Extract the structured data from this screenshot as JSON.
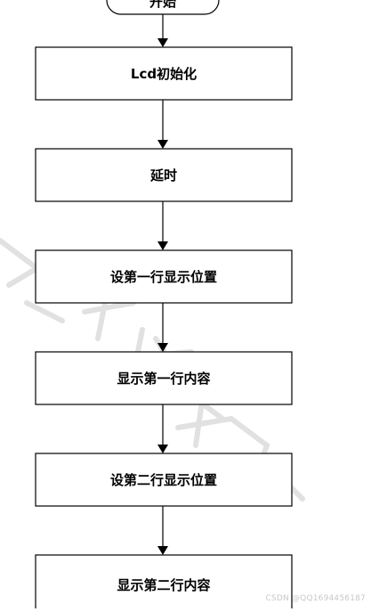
{
  "flowchart": {
    "start": {
      "label": "开始"
    },
    "steps": [
      {
        "id": "lcd-init",
        "label": "Lcd初始化"
      },
      {
        "id": "delay",
        "label": "延时"
      },
      {
        "id": "set-line1-pos",
        "label": "设第一行显示位置"
      },
      {
        "id": "show-line1",
        "label": "显示第一行内容"
      },
      {
        "id": "set-line2-pos",
        "label": "设第二行显示位置"
      },
      {
        "id": "show-line2",
        "label": "显示第二行内容"
      }
    ]
  },
  "watermark": {
    "color": "#d9d9d9"
  },
  "credit": {
    "text": "CSDN @QQ1694456187"
  }
}
